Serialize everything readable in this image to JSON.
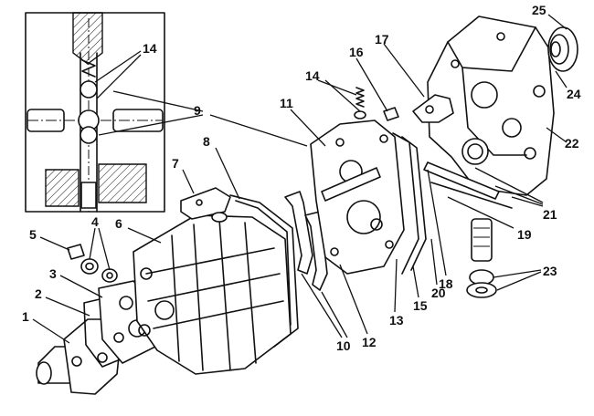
{
  "diagram": {
    "callouts": [
      {
        "id": "c1",
        "label": "1"
      },
      {
        "id": "c2",
        "label": "2"
      },
      {
        "id": "c3",
        "label": "3"
      },
      {
        "id": "c4",
        "label": "4"
      },
      {
        "id": "c5",
        "label": "5"
      },
      {
        "id": "c6",
        "label": "6"
      },
      {
        "id": "c7",
        "label": "7"
      },
      {
        "id": "c8",
        "label": "8"
      },
      {
        "id": "c9",
        "label": "9"
      },
      {
        "id": "c10",
        "label": "10"
      },
      {
        "id": "c11",
        "label": "11"
      },
      {
        "id": "c12",
        "label": "12"
      },
      {
        "id": "c13",
        "label": "13"
      },
      {
        "id": "c14a",
        "label": "14"
      },
      {
        "id": "c14b",
        "label": "14"
      },
      {
        "id": "c15",
        "label": "15"
      },
      {
        "id": "c16",
        "label": "16"
      },
      {
        "id": "c17",
        "label": "17"
      },
      {
        "id": "c18",
        "label": "18"
      },
      {
        "id": "c19",
        "label": "19"
      },
      {
        "id": "c20",
        "label": "20"
      },
      {
        "id": "c21",
        "label": "21"
      },
      {
        "id": "c22",
        "label": "22"
      },
      {
        "id": "c23",
        "label": "23"
      },
      {
        "id": "c24",
        "label": "24"
      },
      {
        "id": "c25",
        "label": "25"
      }
    ]
  }
}
